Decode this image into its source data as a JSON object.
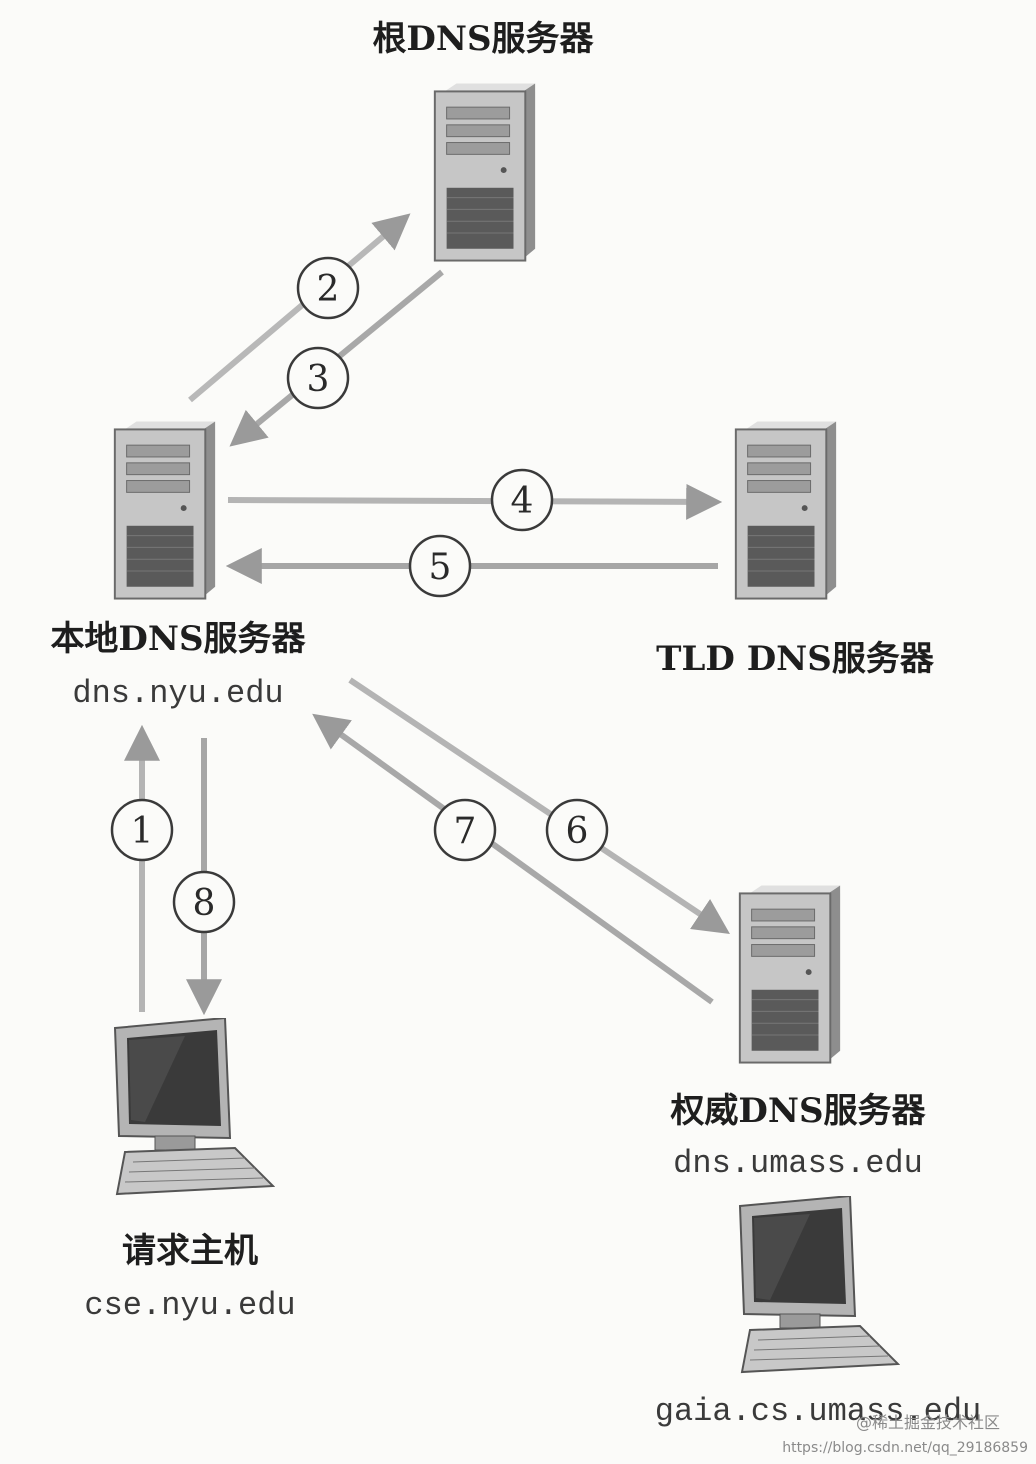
{
  "nodes": {
    "root": {
      "label": "根DNS服务器",
      "host": ""
    },
    "local": {
      "label": "本地DNS服务器",
      "host": "dns.nyu.edu"
    },
    "tld": {
      "label": "TLD DNS服务器",
      "host": ""
    },
    "auth": {
      "label": "权威DNS服务器",
      "host": "dns.umass.edu"
    },
    "client": {
      "label": "请求主机",
      "host": "cse.nyu.edu"
    },
    "target": {
      "label": "",
      "host": "gaia.cs.umass.edu"
    }
  },
  "steps": [
    "1",
    "2",
    "3",
    "4",
    "5",
    "6",
    "7",
    "8"
  ],
  "watermark": {
    "line1": "@稀土掘金技术社区",
    "line2": "https://blog.csdn.net/qq_29186859"
  },
  "colors": {
    "arrow": "#b2b2b2",
    "arrow_dark": "#9a9a9a",
    "server_body": "#c6c6c6",
    "server_side": "#8e8e8e",
    "server_top": "#e0e0e0",
    "text": "#1e1e1e"
  }
}
